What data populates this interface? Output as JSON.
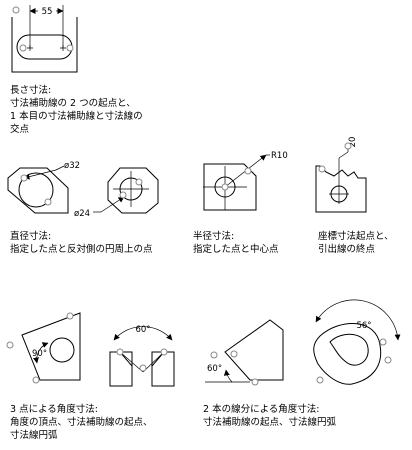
{
  "dims": {
    "length": "55",
    "dia_a": "ø32",
    "dia_b": "ø24",
    "radius": "R10",
    "ordinate": "20",
    "ang_a": "90°",
    "ang_b": "60°",
    "ang_c": "60°",
    "ang_d": "56°"
  },
  "captions": {
    "linear": {
      "l1": "長さ寸法:",
      "l2": "寸法補助線の 2 つの起点と、",
      "l3": "1 本目の寸法補助線と寸法線の",
      "l4": "交点"
    },
    "diameter": {
      "l1": "直径寸法:",
      "l2": "指定した点と反対側の円周上の点"
    },
    "radius": {
      "l1": "半径寸法:",
      "l2": "指定した点と中心点"
    },
    "ordinate": {
      "l1": "座標寸法起点と、",
      "l2": "引出線の終点"
    },
    "angular3": {
      "l1": "3 点による角度寸法:",
      "l2": "角度の頂点、寸法補助線の起点、",
      "l3": "寸法線円弧"
    },
    "angular2": {
      "l1": "2 本の線分による角度寸法:",
      "l2": "寸法補助線の起点、寸法線円弧"
    }
  }
}
